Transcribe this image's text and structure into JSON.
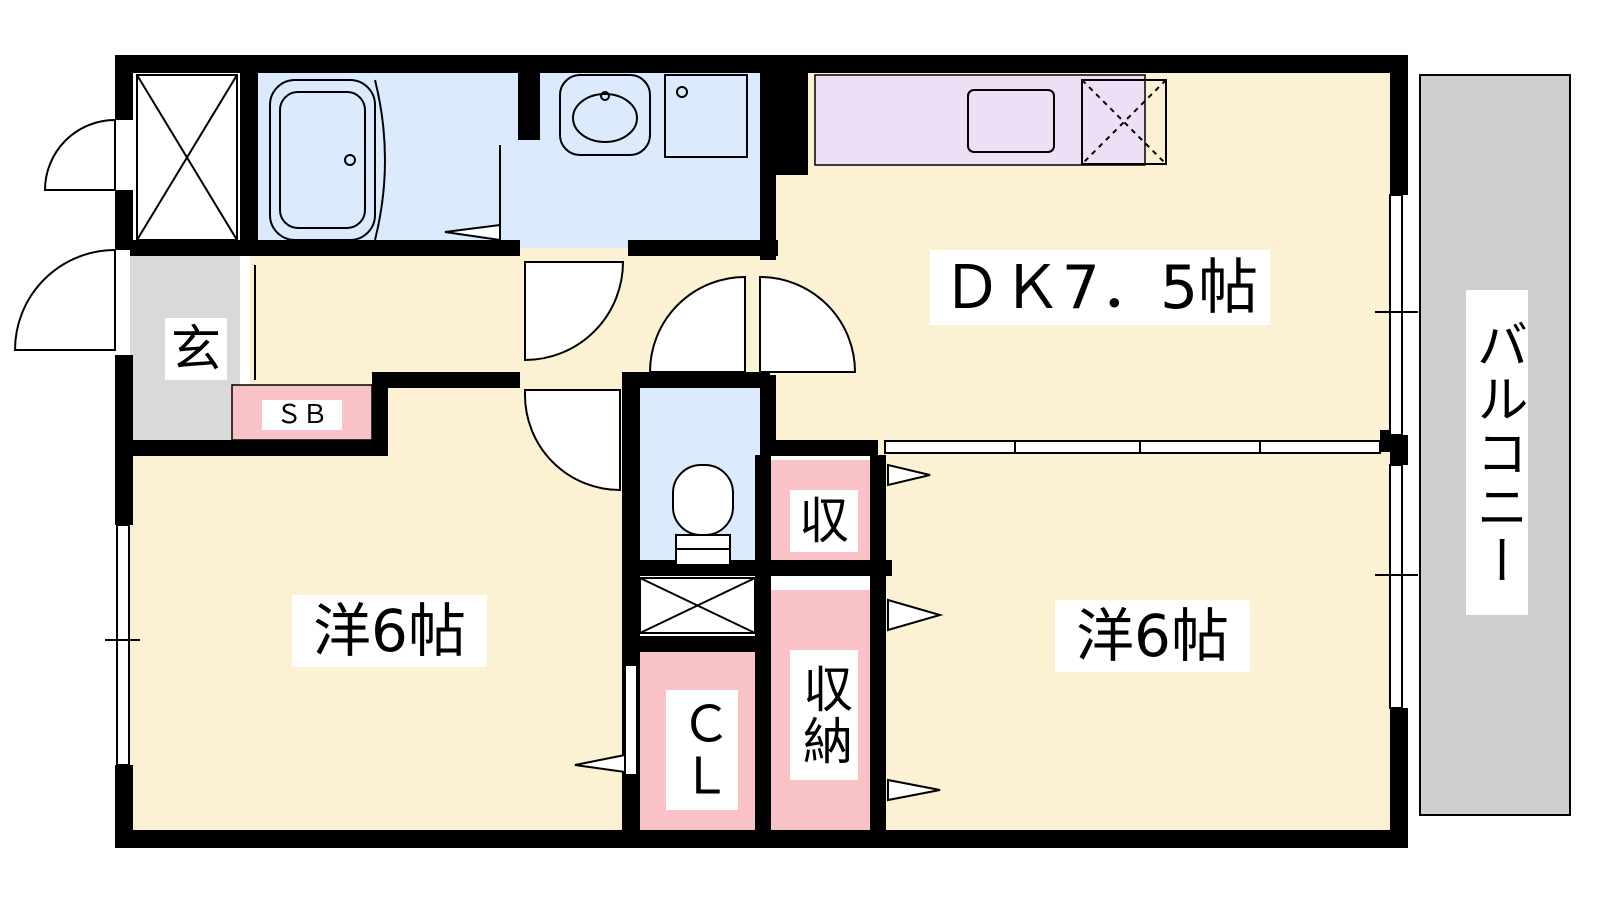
{
  "rooms": {
    "dk": {
      "label": "ＤＫ7．5帖"
    },
    "western_left": {
      "label": "洋6帖"
    },
    "western_right": {
      "label": "洋6帖"
    },
    "entrance": {
      "label": "玄"
    },
    "shoe_box": {
      "label": "ＳＢ"
    },
    "storage_small": {
      "label": "収"
    },
    "storage_tall": {
      "label": "収納"
    },
    "closet": {
      "label": "ＣＬ"
    },
    "balcony": {
      "label": "バルコニー"
    }
  },
  "colors": {
    "wall": "#000000",
    "floor_room": "#fcf1d2",
    "floor_wet": "#dbeafc",
    "floor_kitchen": "#eddff5",
    "floor_storage": "#f8c2c6",
    "floor_entrance": "#d9d9d9",
    "balcony": "#cfcfcf"
  }
}
